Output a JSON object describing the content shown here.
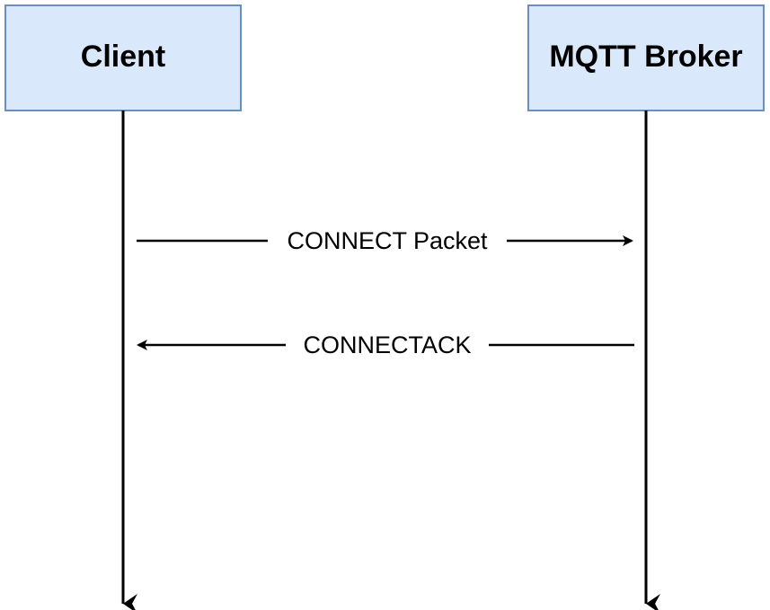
{
  "actors": [
    {
      "id": "client",
      "label": "Client"
    },
    {
      "id": "broker",
      "label": "MQTT Broker"
    }
  ],
  "messages": [
    {
      "from": "client",
      "to": "broker",
      "label": "CONNECT Packet"
    },
    {
      "from": "broker",
      "to": "client",
      "label": "CONNECTACK"
    }
  ],
  "colors": {
    "actor_fill": "#dae8fc",
    "actor_border": "#6c8ebf",
    "line": "#000000"
  }
}
